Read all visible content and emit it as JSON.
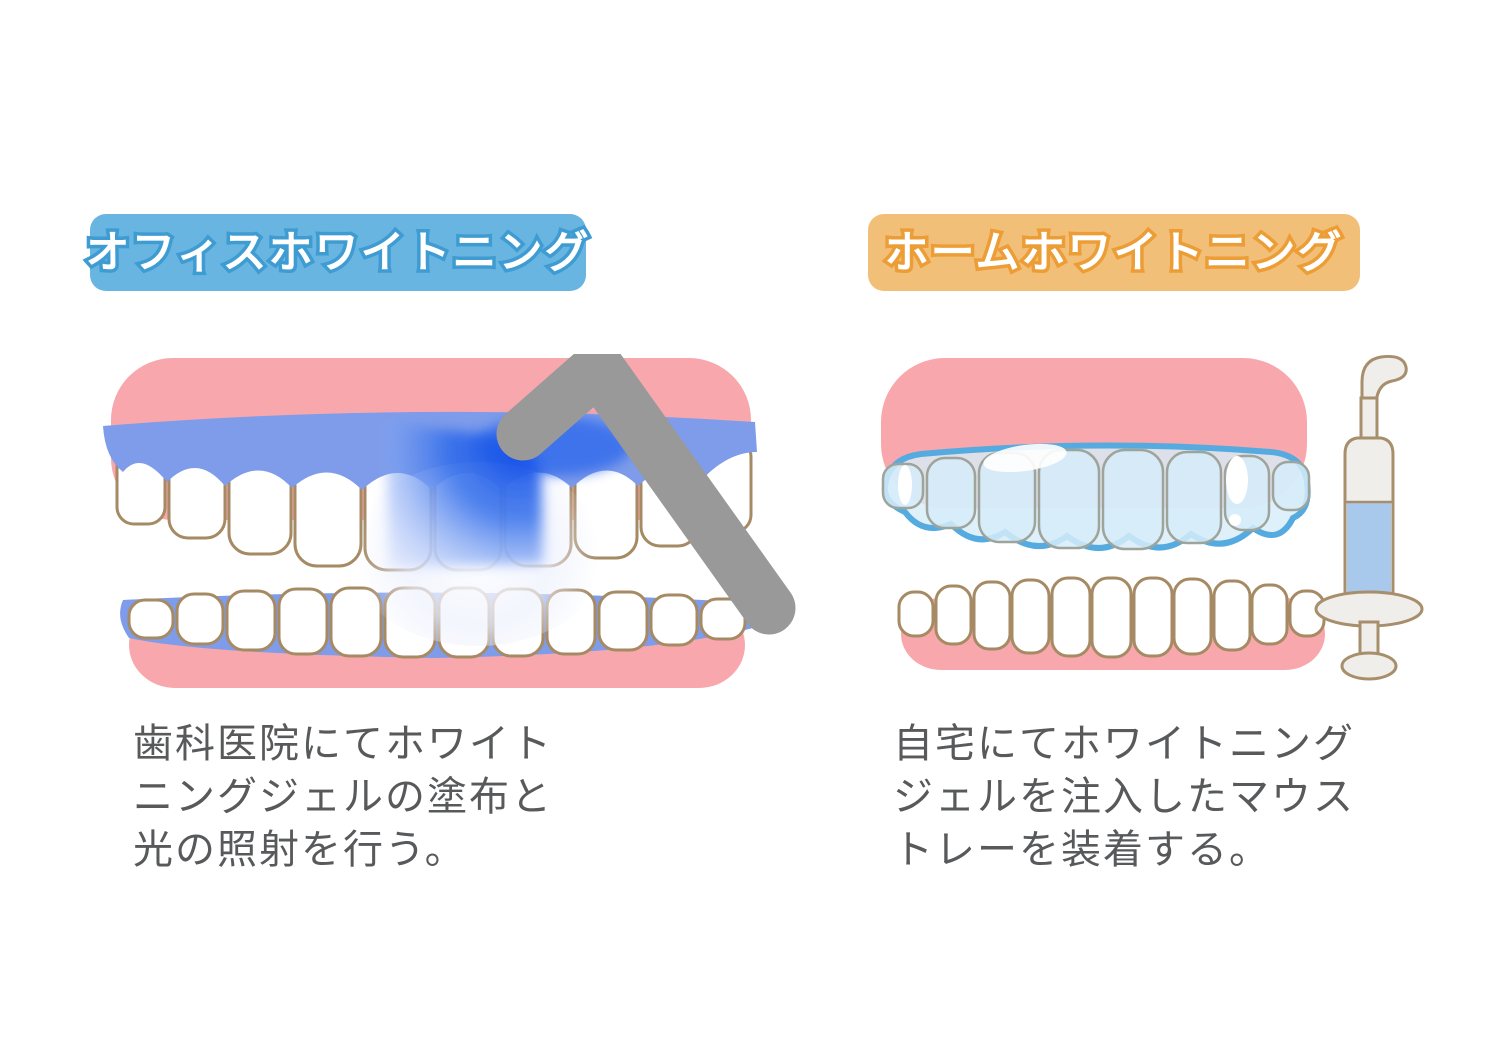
{
  "page": {
    "bg": "#FFFFFF"
  },
  "colors": {
    "page-bg": "#FFFFFF",
    "office-badge-bg": "#68B5E1",
    "office-badge-outline": "#3E9CD2",
    "home-badge-bg": "#F2BF78",
    "home-badge-outline": "#EC9D35",
    "badge-text": "#FFFFFF",
    "caption-text": "#58595B",
    "gum-pink": "#F8A8AC",
    "gel-blue": "#7E9CEA",
    "tooth-fill": "#FFFFFF",
    "tooth-outline": "#A68A64",
    "light-beam-blue": "#1550E8",
    "device-gray": "#999999",
    "tray-fill": "#D6ECF9",
    "tray-outline": "#55ABDF",
    "tray-tooth-line": "#9FA49B",
    "syringe-body": "#EFEEEB",
    "syringe-outline": "#A78F6C",
    "syringe-gel": "#A8C8EC"
  },
  "office": {
    "badge_label": "オフィスホワイトニング",
    "caption_lines": [
      "歯科医院にてホワイト",
      "ニングジェルの塗布と",
      "光の照射を行う。"
    ]
  },
  "home": {
    "badge_label": "ホームホワイトニング",
    "caption_lines": [
      "自宅にてホワイトニング",
      "ジェルを注入したマウス",
      "トレーを装着する。"
    ]
  }
}
